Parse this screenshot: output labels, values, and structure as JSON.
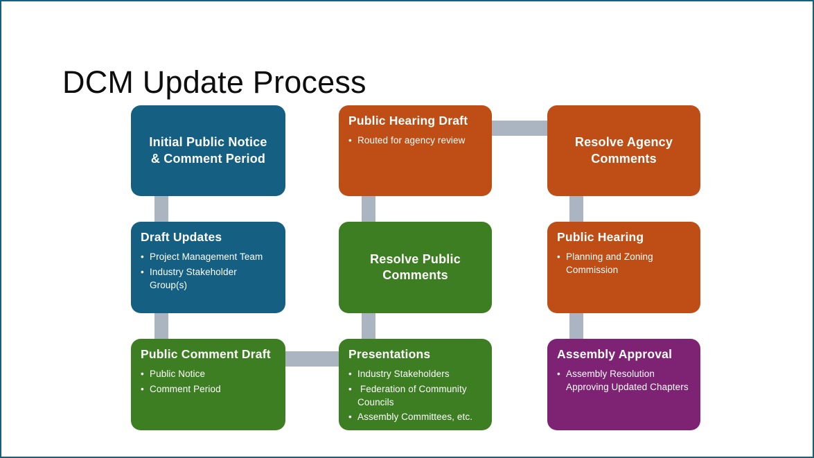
{
  "slide": {
    "title": "DCM Update Process",
    "colors": {
      "teal": "#156082",
      "green": "#3D7E23",
      "orange": "#BE4E16",
      "purple": "#7E2374",
      "connector_gray": "#ABB5C2",
      "slide_border": "#16607E",
      "box_text": "#FFFFFF",
      "title_text": "#0D0D0D"
    }
  },
  "boxes": [
    {
      "title": "Initial Public Notice & Comment Period",
      "bullets": [],
      "color": "teal",
      "position": "column-1 row-1"
    },
    {
      "title": "Public Hearing Draft",
      "bullets": [
        "Routed for agency review"
      ],
      "color": "orange",
      "position": "column-2 row-1"
    },
    {
      "title": "Resolve Agency Comments",
      "bullets": [],
      "color": "orange",
      "position": "column-3 row-1"
    },
    {
      "title": "Draft Updates",
      "bullets": [
        "Project Management Team",
        "Industry Stakeholder Group(s)"
      ],
      "color": "teal",
      "position": "column-1 row-2"
    },
    {
      "title": "Resolve Public Comments",
      "bullets": [],
      "color": "green",
      "position": "column-2 row-2"
    },
    {
      "title": "Public Hearing",
      "bullets": [
        "Planning and Zoning Commission"
      ],
      "color": "orange",
      "position": "column-3 row-2"
    },
    {
      "title": "Public Comment Draft",
      "bullets": [
        "Public Notice",
        "Comment Period"
      ],
      "color": "green",
      "position": "column-1 row-3"
    },
    {
      "title": "Presentations",
      "bullets": [
        "Industry Stakeholders",
        " Federation of Community Councils",
        "Assembly Committees, etc."
      ],
      "color": "green",
      "position": "column-2 row-3"
    },
    {
      "title": "Assembly Approval",
      "bullets": [
        "Assembly Resolution Approving Updated Chapters"
      ],
      "color": "purple",
      "position": "column-3 row-3"
    }
  ],
  "connectors": [
    {
      "from": "Initial Public Notice & Comment Period",
      "to": "Draft Updates",
      "orientation": "vertical"
    },
    {
      "from": "Draft Updates",
      "to": "Public Comment Draft",
      "orientation": "vertical"
    },
    {
      "from": "Public Comment Draft",
      "to": "Presentations",
      "orientation": "horizontal"
    },
    {
      "from": "Presentations",
      "to": "Resolve Public Comments",
      "orientation": "vertical"
    },
    {
      "from": "Resolve Public Comments",
      "to": "Public Hearing Draft",
      "orientation": "vertical"
    },
    {
      "from": "Public Hearing Draft",
      "to": "Resolve Agency Comments",
      "orientation": "horizontal"
    },
    {
      "from": "Resolve Agency Comments",
      "to": "Public Hearing",
      "orientation": "vertical"
    },
    {
      "from": "Public Hearing",
      "to": "Assembly Approval",
      "orientation": "vertical"
    }
  ]
}
